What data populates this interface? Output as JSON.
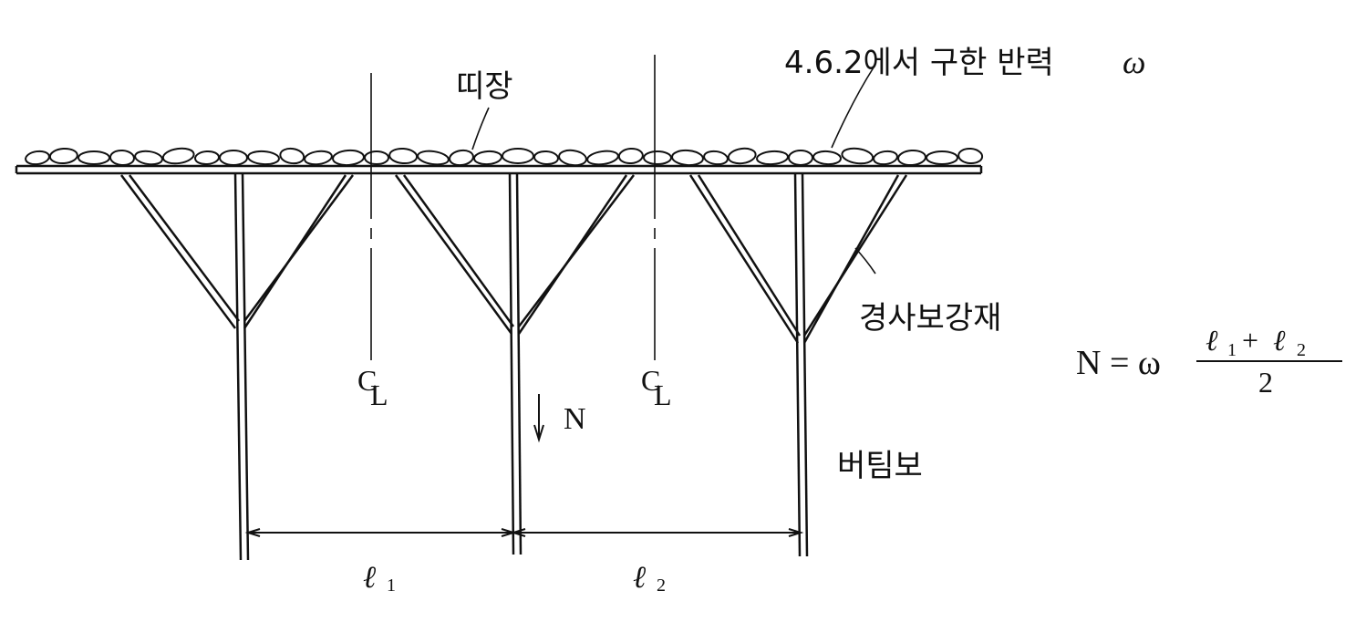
{
  "labels": {
    "reaction": "4.6.2에서 구한 반력",
    "omega": "ω",
    "wale": "띠장",
    "brace": "경사보강재",
    "strut": "버팀보",
    "centerline_C": "C",
    "centerline_L": "L",
    "force": "N",
    "span1_symbol": "ℓ",
    "span1_sub": "1",
    "span2_symbol": "ℓ",
    "span2_sub": "2"
  },
  "formula": {
    "lhs": "N = ω",
    "num_a": "ℓ",
    "num_a_sub": "1",
    "plus": "+",
    "num_b": "ℓ",
    "num_b_sub": "2",
    "denominator": "2"
  },
  "colors": {
    "ink": "#111111",
    "background": "#ffffff"
  }
}
